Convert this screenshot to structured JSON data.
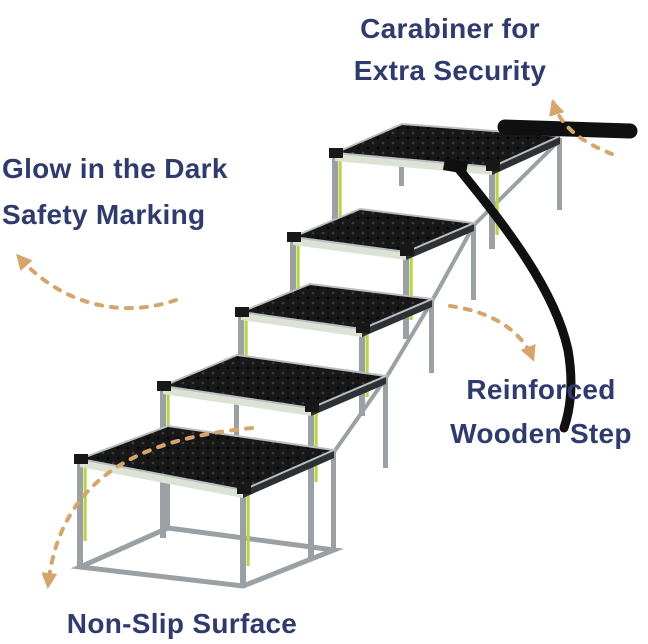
{
  "annotations": {
    "carabiner": {
      "line1": "Carabiner for",
      "line2": "Extra Security"
    },
    "glow": {
      "line1": "Glow in the Dark",
      "line2": "Safety Marking"
    },
    "reinforced": {
      "line1": "Reinforced",
      "line2": "Wooden Step"
    },
    "nonslip": {
      "label": "Non-Slip Surface"
    }
  },
  "illustration": {
    "subject": "five-step folding pet stairs",
    "step_count": 5
  },
  "colors": {
    "label_text": "#2f3b6d",
    "arrow": "#d6a56c",
    "glow_strip": "#b7d44b",
    "frame": "#9aa0a4",
    "tread": "#181818",
    "strap": "#101010"
  }
}
